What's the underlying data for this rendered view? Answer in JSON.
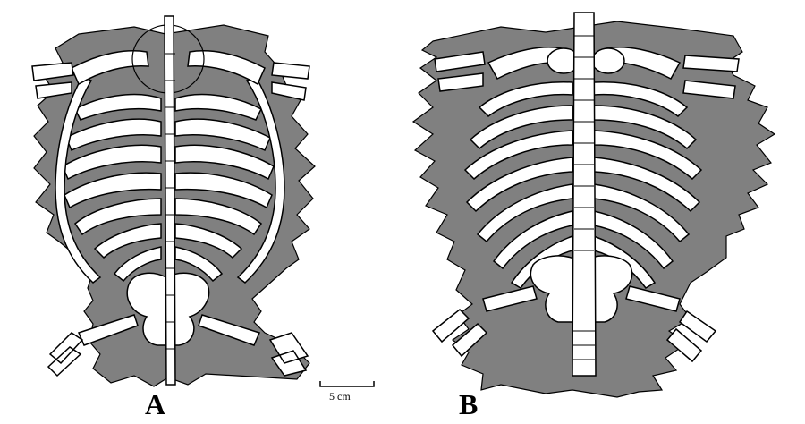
{
  "figure": {
    "panels": [
      {
        "id": "A",
        "label": "A"
      },
      {
        "id": "B",
        "label": "B"
      }
    ],
    "scale_bar": {
      "text": "5 cm",
      "length_cm": 5
    }
  },
  "colors": {
    "shell": "#808080",
    "bone": "#ffffff",
    "outline": "#000000"
  }
}
